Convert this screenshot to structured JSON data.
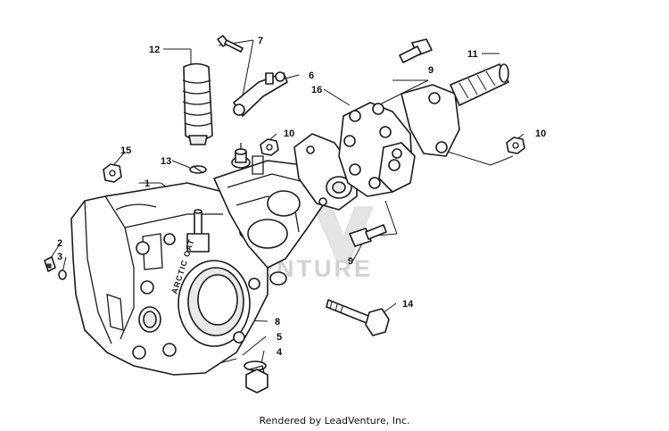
{
  "callouts": [
    {
      "id": "1",
      "text": "1"
    },
    {
      "id": "2",
      "text": "2"
    },
    {
      "id": "3",
      "text": "3"
    },
    {
      "id": "4",
      "text": "4"
    },
    {
      "id": "5",
      "text": "5"
    },
    {
      "id": "6",
      "text": "6"
    },
    {
      "id": "7",
      "text": "7"
    },
    {
      "id": "8",
      "text": "8"
    },
    {
      "id": "9a",
      "text": "9"
    },
    {
      "id": "9b",
      "text": "9"
    },
    {
      "id": "10a",
      "text": "10"
    },
    {
      "id": "10b",
      "text": "10"
    },
    {
      "id": "11",
      "text": "11"
    },
    {
      "id": "12",
      "text": "12"
    },
    {
      "id": "13",
      "text": "13"
    },
    {
      "id": "14",
      "text": "14"
    },
    {
      "id": "15",
      "text": "15"
    },
    {
      "id": "16",
      "text": "16"
    }
  ],
  "housing_brand": "ARCTIC CAT",
  "watermark": "VENTURE",
  "footer": "Rendered by LeadVenture, Inc."
}
